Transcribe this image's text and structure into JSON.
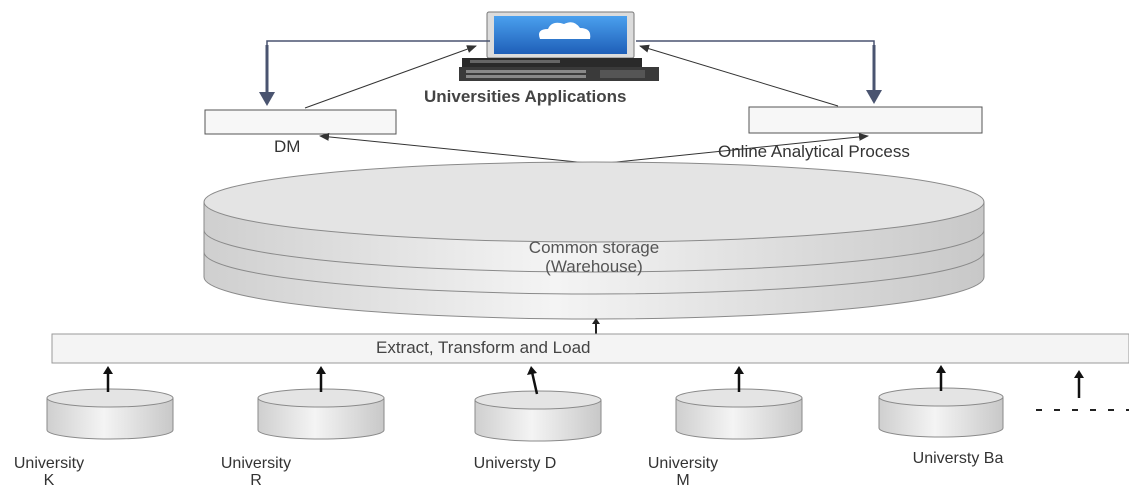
{
  "top": {
    "label": "Universities Applications"
  },
  "boxes": {
    "dm_label": "DM",
    "olap_label": "Online Analytical Process"
  },
  "warehouse": {
    "line1": "Common storage",
    "line2": "(Warehouse)"
  },
  "etl": {
    "label": "Extract, Transform and Load"
  },
  "sources": [
    {
      "label": "University K"
    },
    {
      "label": "University R"
    },
    {
      "label": "Universty D"
    },
    {
      "label": "University M"
    },
    {
      "label": "Universty Ba"
    }
  ],
  "colors": {
    "arrow_dark": "#4a5470",
    "arrow_line": "#333333",
    "cylinder_fill": "#e2e2e2",
    "cylinder_edge": "#8a8a8a",
    "box_fill": "#f7f7f7",
    "screen_blue": "#2f7fd6"
  }
}
